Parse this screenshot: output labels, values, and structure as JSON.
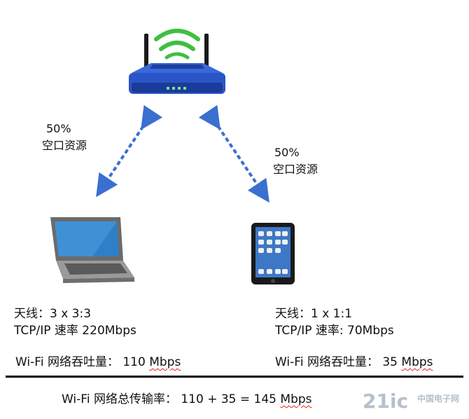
{
  "router": {
    "left_label_pct": "50%",
    "left_label_text": "空口资源",
    "right_label_pct": "50%",
    "right_label_text": "空口资源"
  },
  "laptop": {
    "antenna": "天线：3 x 3:3",
    "rate": "TCP/IP 速率 220Mbps",
    "throughput_prefix": "Wi-Fi 网络吞吐量：  110 ",
    "throughput_unit": "Mbps"
  },
  "tablet": {
    "antenna": "天线：1 x 1:1",
    "rate": "TCP/IP 速率: 70Mbps",
    "throughput_prefix": "Wi-Fi 网络吞吐量：  35 ",
    "throughput_unit": "Mbps"
  },
  "summary": {
    "prefix": "Wi-Fi 网络总传输率：  110 + 35 = 145 ",
    "unit": "Mbps"
  },
  "watermark": {
    "main": "21ic",
    "sub": "中国电子网"
  },
  "colors": {
    "router": "#2a55c8",
    "link": "#3b6fd0",
    "signal": "#3fbf3f"
  }
}
